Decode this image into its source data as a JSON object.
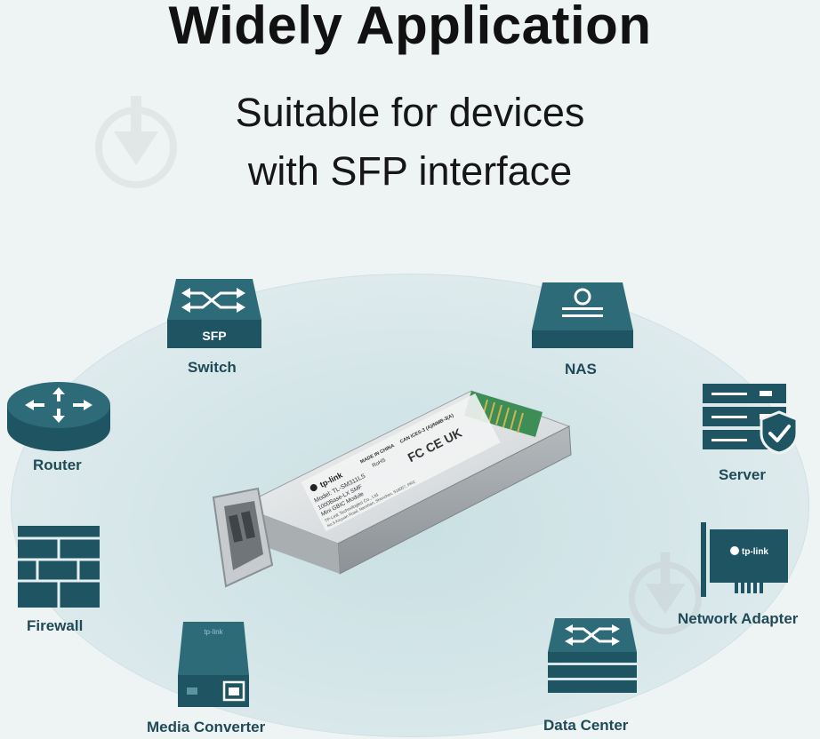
{
  "heading": {
    "title": "Widely Application",
    "subtitle_line1": "Suitable for devices",
    "subtitle_line2": "with SFP interface"
  },
  "devices": {
    "switch": {
      "label": "Switch",
      "badge": "SFP"
    },
    "nas": {
      "label": "NAS"
    },
    "router": {
      "label": "Router"
    },
    "server": {
      "label": "Server"
    },
    "firewall": {
      "label": "Firewall"
    },
    "network_adapter": {
      "label": "Network Adapter",
      "brand": "tp-link"
    },
    "media_converter": {
      "label": "Media Converter",
      "brand": "tp-link"
    },
    "data_center": {
      "label": "Data Center"
    }
  },
  "module": {
    "brand": "tp-link",
    "model": "Model: TL-SM311LS",
    "line2": "1000Base-LX SMF",
    "line3": "Mini GBIC Module",
    "made_in": "MADE IN CHINA",
    "rohs": "RoHS",
    "can_ices": "CAN ICES-3 (A)/NMB-3(A)",
    "company": "TP-Link Technologies Co., Ltd.",
    "address": "No.5 Keyuan Road, Nanshan, Shenzhen, 518057, PRC"
  },
  "colors": {
    "device_dark": "#1f5563",
    "device_mid": "#2d6b79",
    "device_light": "#3f8290",
    "label_text": "#1f4a57",
    "ellipse": "#d3e5e8"
  }
}
